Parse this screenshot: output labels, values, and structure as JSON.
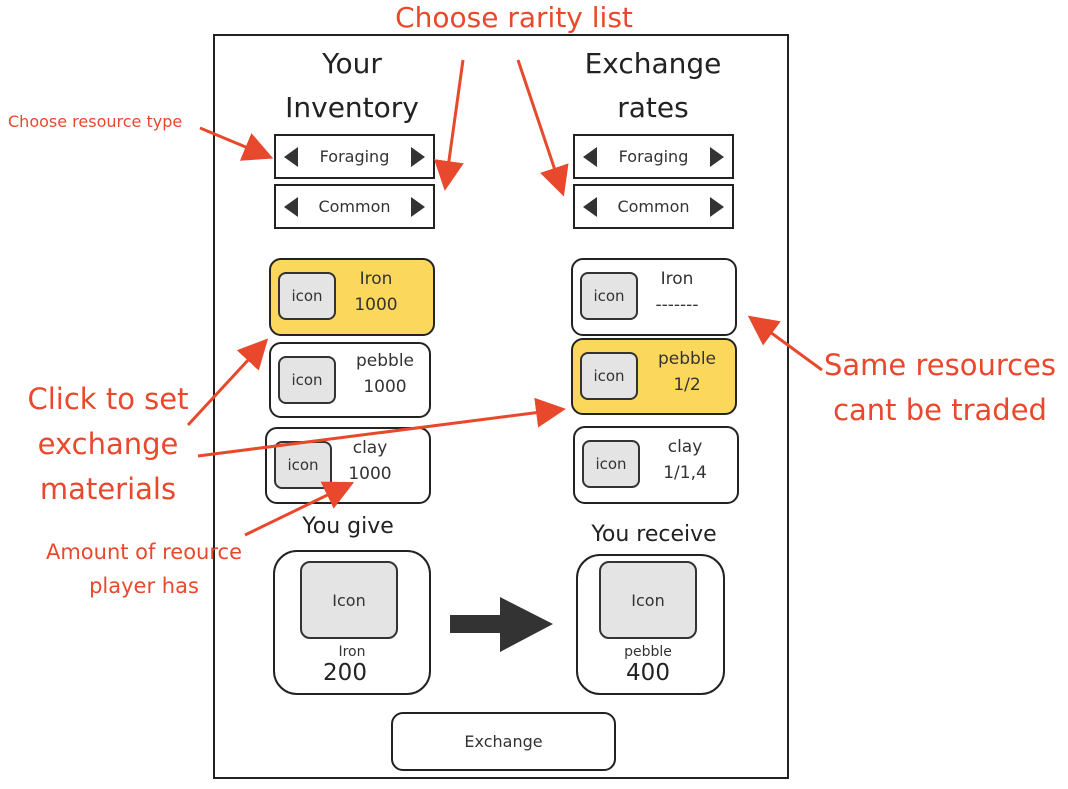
{
  "colors": {
    "annotation": "#e8482b",
    "highlight": "#fbd85b",
    "icon_fill": "#e4e4e4"
  },
  "inventory": {
    "title_line1": "Your",
    "title_line2": "Inventory",
    "type_selector": "Foraging",
    "rarity_selector": "Common",
    "items": [
      {
        "icon": "icon",
        "name": "Iron",
        "amount": "1000",
        "selected": true
      },
      {
        "icon": "icon",
        "name": "pebble",
        "amount": "1000",
        "selected": false
      },
      {
        "icon": "icon",
        "name": "clay",
        "amount": "1000",
        "selected": false
      }
    ]
  },
  "rates": {
    "title_line1": "Exchange",
    "title_line2": "rates",
    "type_selector": "Foraging",
    "rarity_selector": "Common",
    "items": [
      {
        "icon": "icon",
        "name": "Iron",
        "rate": "-------",
        "selected": false
      },
      {
        "icon": "icon",
        "name": "pebble",
        "rate": "1/2",
        "selected": true
      },
      {
        "icon": "icon",
        "name": "clay",
        "rate": "1/1,4",
        "selected": false
      }
    ]
  },
  "give": {
    "label": "You give",
    "icon": "Icon",
    "name": "Iron",
    "qty": "200"
  },
  "receive": {
    "label": "You receive",
    "icon": "Icon",
    "name": "pebble",
    "qty": "400"
  },
  "exchange_button": "Exchange",
  "annotations": {
    "rarity": "Choose rarity list",
    "resource_type": "Choose resource type",
    "click_set_l1": "Click to set",
    "click_set_l2": "exchange",
    "click_set_l3": "materials",
    "amount_l1": "Amount of reource",
    "amount_l2": "player has",
    "same_l1": "Same resources",
    "same_l2": "cant be traded"
  }
}
